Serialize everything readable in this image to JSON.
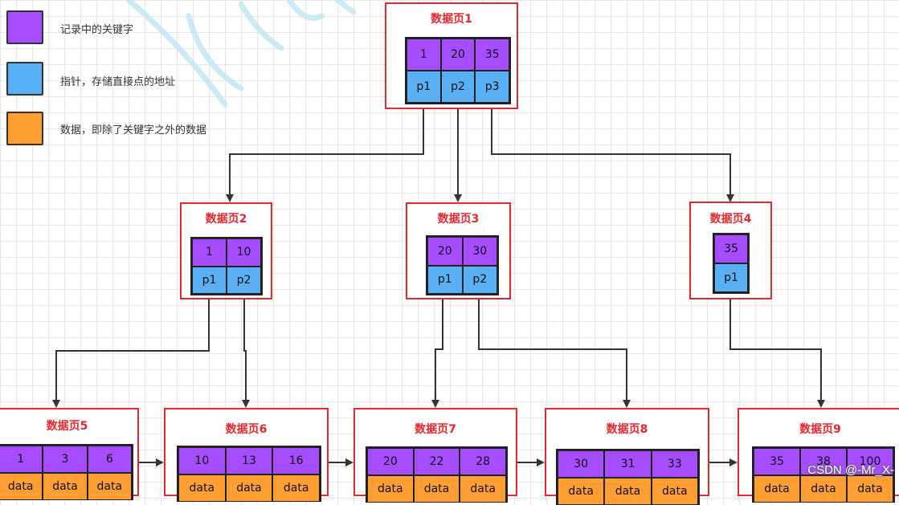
{
  "legend": [
    {
      "color": "#a64dff",
      "text": "记录中的关键字"
    },
    {
      "color": "#5ab0f5",
      "text": "指针，存储直接点的地址"
    },
    {
      "color": "#ff9f33",
      "text": "数据，即除了关键字之外的数据"
    }
  ],
  "pages": {
    "p1": {
      "title": "数据页1",
      "keys": [
        "1",
        "20",
        "35"
      ],
      "pointers": [
        "p1",
        "p2",
        "p3"
      ]
    },
    "p2": {
      "title": "数据页2",
      "keys": [
        "1",
        "10"
      ],
      "pointers": [
        "p1",
        "p2"
      ]
    },
    "p3": {
      "title": "数据页3",
      "keys": [
        "20",
        "30"
      ],
      "pointers": [
        "p1",
        "p2"
      ]
    },
    "p4": {
      "title": "数据页4",
      "keys": [
        "35"
      ],
      "pointers": [
        "p1"
      ]
    },
    "p5": {
      "title": "数据页5",
      "keys": [
        "1",
        "3",
        "6"
      ],
      "data": [
        "data",
        "data",
        "data"
      ]
    },
    "p6": {
      "title": "数据页6",
      "keys": [
        "10",
        "13",
        "16"
      ],
      "data": [
        "data",
        "data",
        "data"
      ]
    },
    "p7": {
      "title": "数据页7",
      "keys": [
        "20",
        "22",
        "28"
      ],
      "data": [
        "data",
        "data",
        "data"
      ]
    },
    "p8": {
      "title": "数据页8",
      "keys": [
        "30",
        "31",
        "33"
      ],
      "data": [
        "data",
        "data",
        "data"
      ]
    },
    "p9": {
      "title": "数据页9",
      "keys": [
        "35",
        "38",
        "100"
      ],
      "data": [
        "data",
        "data",
        "data"
      ]
    }
  },
  "watermark": "CSDN @-Mr_X-",
  "colors": {
    "border": "#e8262d",
    "key": "#a64dff",
    "pointer": "#5ab0f5",
    "data": "#ff9f33"
  }
}
